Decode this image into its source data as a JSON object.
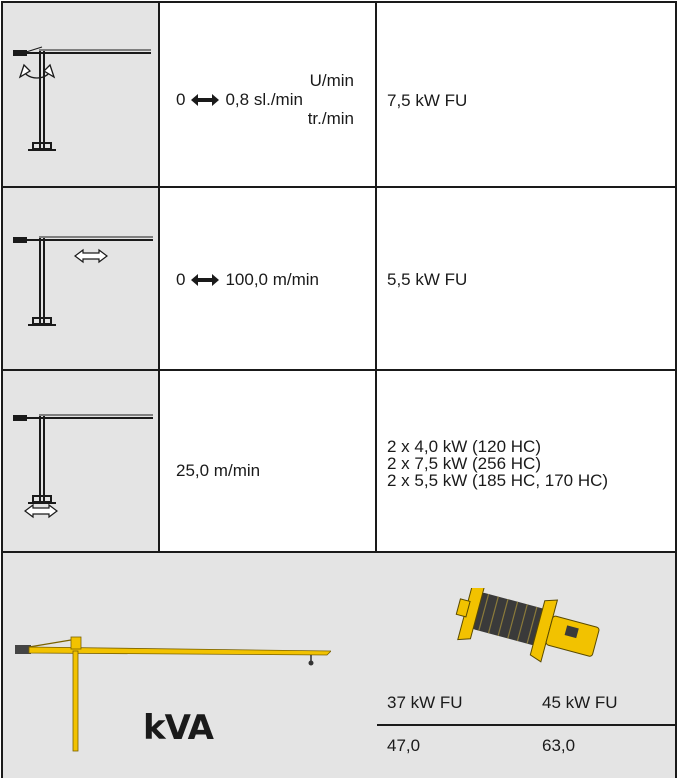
{
  "rows": [
    {
      "speed_left": "0",
      "speed_units": [
        "U/min",
        "0,8 sl./min",
        "tr./min"
      ],
      "power": "7,5 kW FU",
      "icon": "crane-slewing-icon"
    },
    {
      "speed": "0",
      "speed_right": "100,0 m/min",
      "power": "5,5 kW FU",
      "icon": "crane-trolley-icon"
    },
    {
      "speed": "25,0 m/min",
      "power_lines": [
        "2 x 4,0 kW (120 HC)",
        "2 x 7,5 kW (256 HC)",
        "2 x 5,5 kW (185 HC, 170 HC)"
      ],
      "icon": "crane-travel-icon"
    }
  ],
  "generator": {
    "label": "kVA",
    "headers": [
      "37 kW FU",
      "45 kW FU"
    ],
    "values": [
      "47,0",
      "63,0"
    ],
    "icons": [
      "crane-side-icon",
      "hoist-winch-icon"
    ]
  },
  "colors": {
    "accent": "#f2c200",
    "cell_bg": "#e4e4e4",
    "line": "#1a1a1a"
  }
}
